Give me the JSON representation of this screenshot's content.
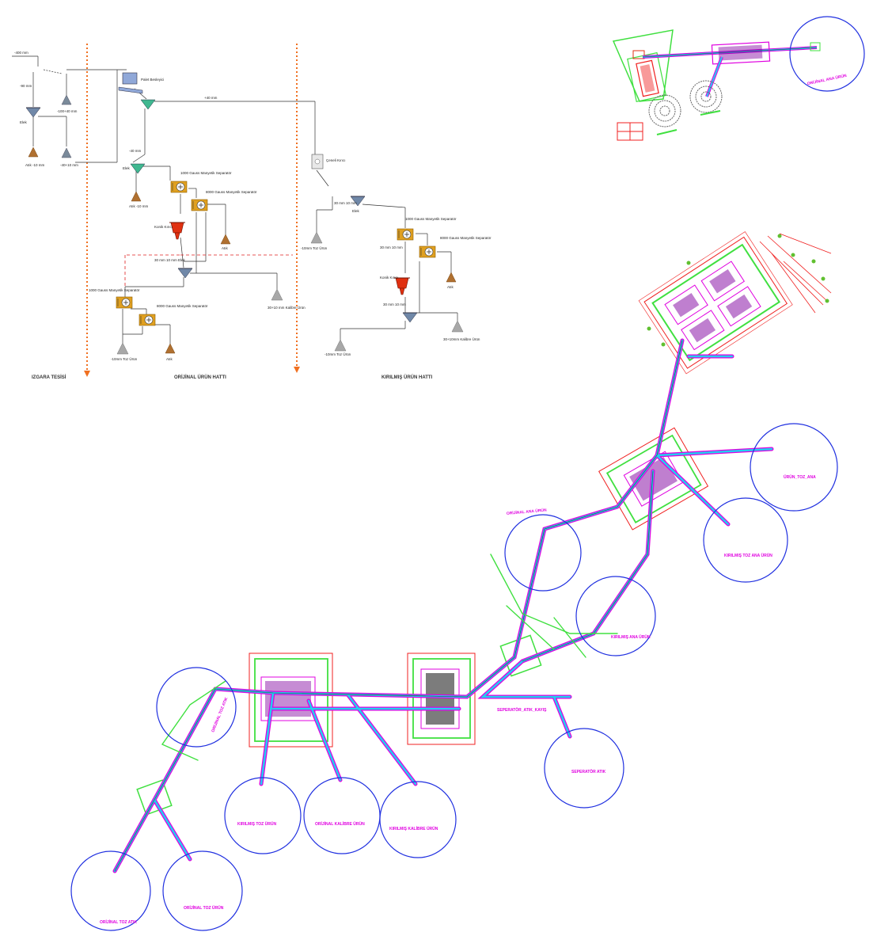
{
  "flowsheet": {
    "sections": [
      "IZGARA TESİSİ",
      "ORİJİNAL ÜRÜN HATTI",
      "KIRILMIŞ ÜRÜN HATTI"
    ],
    "labels": {
      "feed": "-400 mm",
      "minus90": "-90 mm",
      "elek1": "Elek",
      "product_100_40": "-100+40 mm",
      "atik_10": "Atık -10 mm",
      "product_40_10": "-40+10 mm",
      "palet_besleyici": "Palet Besleyici",
      "plus40": "+40 mm",
      "minus40": "-40 mm",
      "elek2": "Elek",
      "atik_10b": "Atık -10 mm",
      "sep1000_a": "1000 Gauss Manyetik Separatör",
      "sep8000_a": "8000 Gauss Manyetik Separatör",
      "atik_a": "Atık",
      "konik_kirici_a": "Konik Kırıcı",
      "range_30_10_a": "30 mm 10 mm Elek",
      "sep1000_b": "1000 Gauss Manyetik Separatör",
      "sep8000_b": "8000 Gauss Manyetik Separatör",
      "toz_urun_a": "-10mm Toz Ürün",
      "atik_b": "Atık",
      "kirilmis_urun_a": "30+10 mm Kalibre Ürün",
      "ceneli_kirici": "Çeneli Kırıcı",
      "range_30_10_b": "30 mm 10 mm",
      "elek3": "Elek",
      "toz_urun_b": "-10mm Toz Ürün",
      "sep1000_c": "1000 Gauss Manyetik Separatör",
      "range_30_10_c": "30 mm 10 mm",
      "sep8000_c": "8000 Gauss Manyetik Separatör",
      "konik_kirici_b": "Konik Kırıcı",
      "atik_c": "Atık",
      "range_30_10_d": "30 mm 10 mm",
      "toz_urun_c": "-10mm Toz Ürün",
      "kalibre_urun": "30+10mm Kalibre Ürün"
    }
  },
  "plan_top": {
    "label": "ORİJİNAL ANA ÜRÜN"
  },
  "plan_main": {
    "labels": [
      "ORİJİNAL TOZ ATIK",
      "ORİJİNAL ANA ÜRÜN",
      "KIRILMIŞ TOZ ANA ÜRÜN",
      "KIRILMIŞ ANA ÜRÜN",
      "ÜRÜN_TOZ_ANA",
      "KIRILMIŞ TOZ ÜRÜN",
      "ORİJİNAL KALİBRE ÜRÜN",
      "KIRILMIŞ KALİBRE ÜRÜN",
      "SEPERATÖR ATIK",
      "ORİJİNAL TOZ ATIK",
      "ORİJİNAL TOZ ÜRÜN",
      "SEPERATÖR_ATIK_KAYIŞ"
    ]
  },
  "colors": {
    "dashed_divider": "#f07020",
    "cad_magenta": "#e000e0",
    "cad_cyan": "#20d0f0",
    "cad_green": "#40e040",
    "cad_red": "#f02020",
    "cad_blue": "#2030e0",
    "stockpile_brown": "#b07030",
    "stockpile_grey": "#a8a8a8",
    "screen_grey": "#7088a8",
    "separator_gold": "#e0a020",
    "crusher_red": "#e03010"
  }
}
